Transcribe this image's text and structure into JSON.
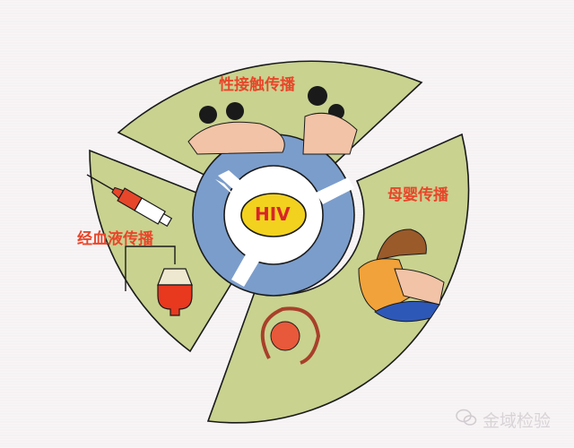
{
  "diagram": {
    "center": {
      "label": "HIV"
    },
    "sectors": [
      {
        "id": "sexual",
        "label": "性接触传播",
        "illustration": "embracing-couples"
      },
      {
        "id": "mother-infant",
        "label": "母婴传播",
        "illustration": "breastfeeding-mother-and-fetus"
      },
      {
        "id": "blood",
        "label": "经血液传播",
        "illustration": "syringe-and-blood-bag"
      }
    ],
    "colors": {
      "sector_fill": "#c9d28f",
      "ring_fill": "#7b9dcb",
      "center_fill": "#f2d21e",
      "label_color": "#e8462a",
      "hiv_text": "#d8242a",
      "outline": "#1a1a1a"
    }
  },
  "watermark": {
    "icon": "wechat-icon",
    "text": "金域检验"
  }
}
